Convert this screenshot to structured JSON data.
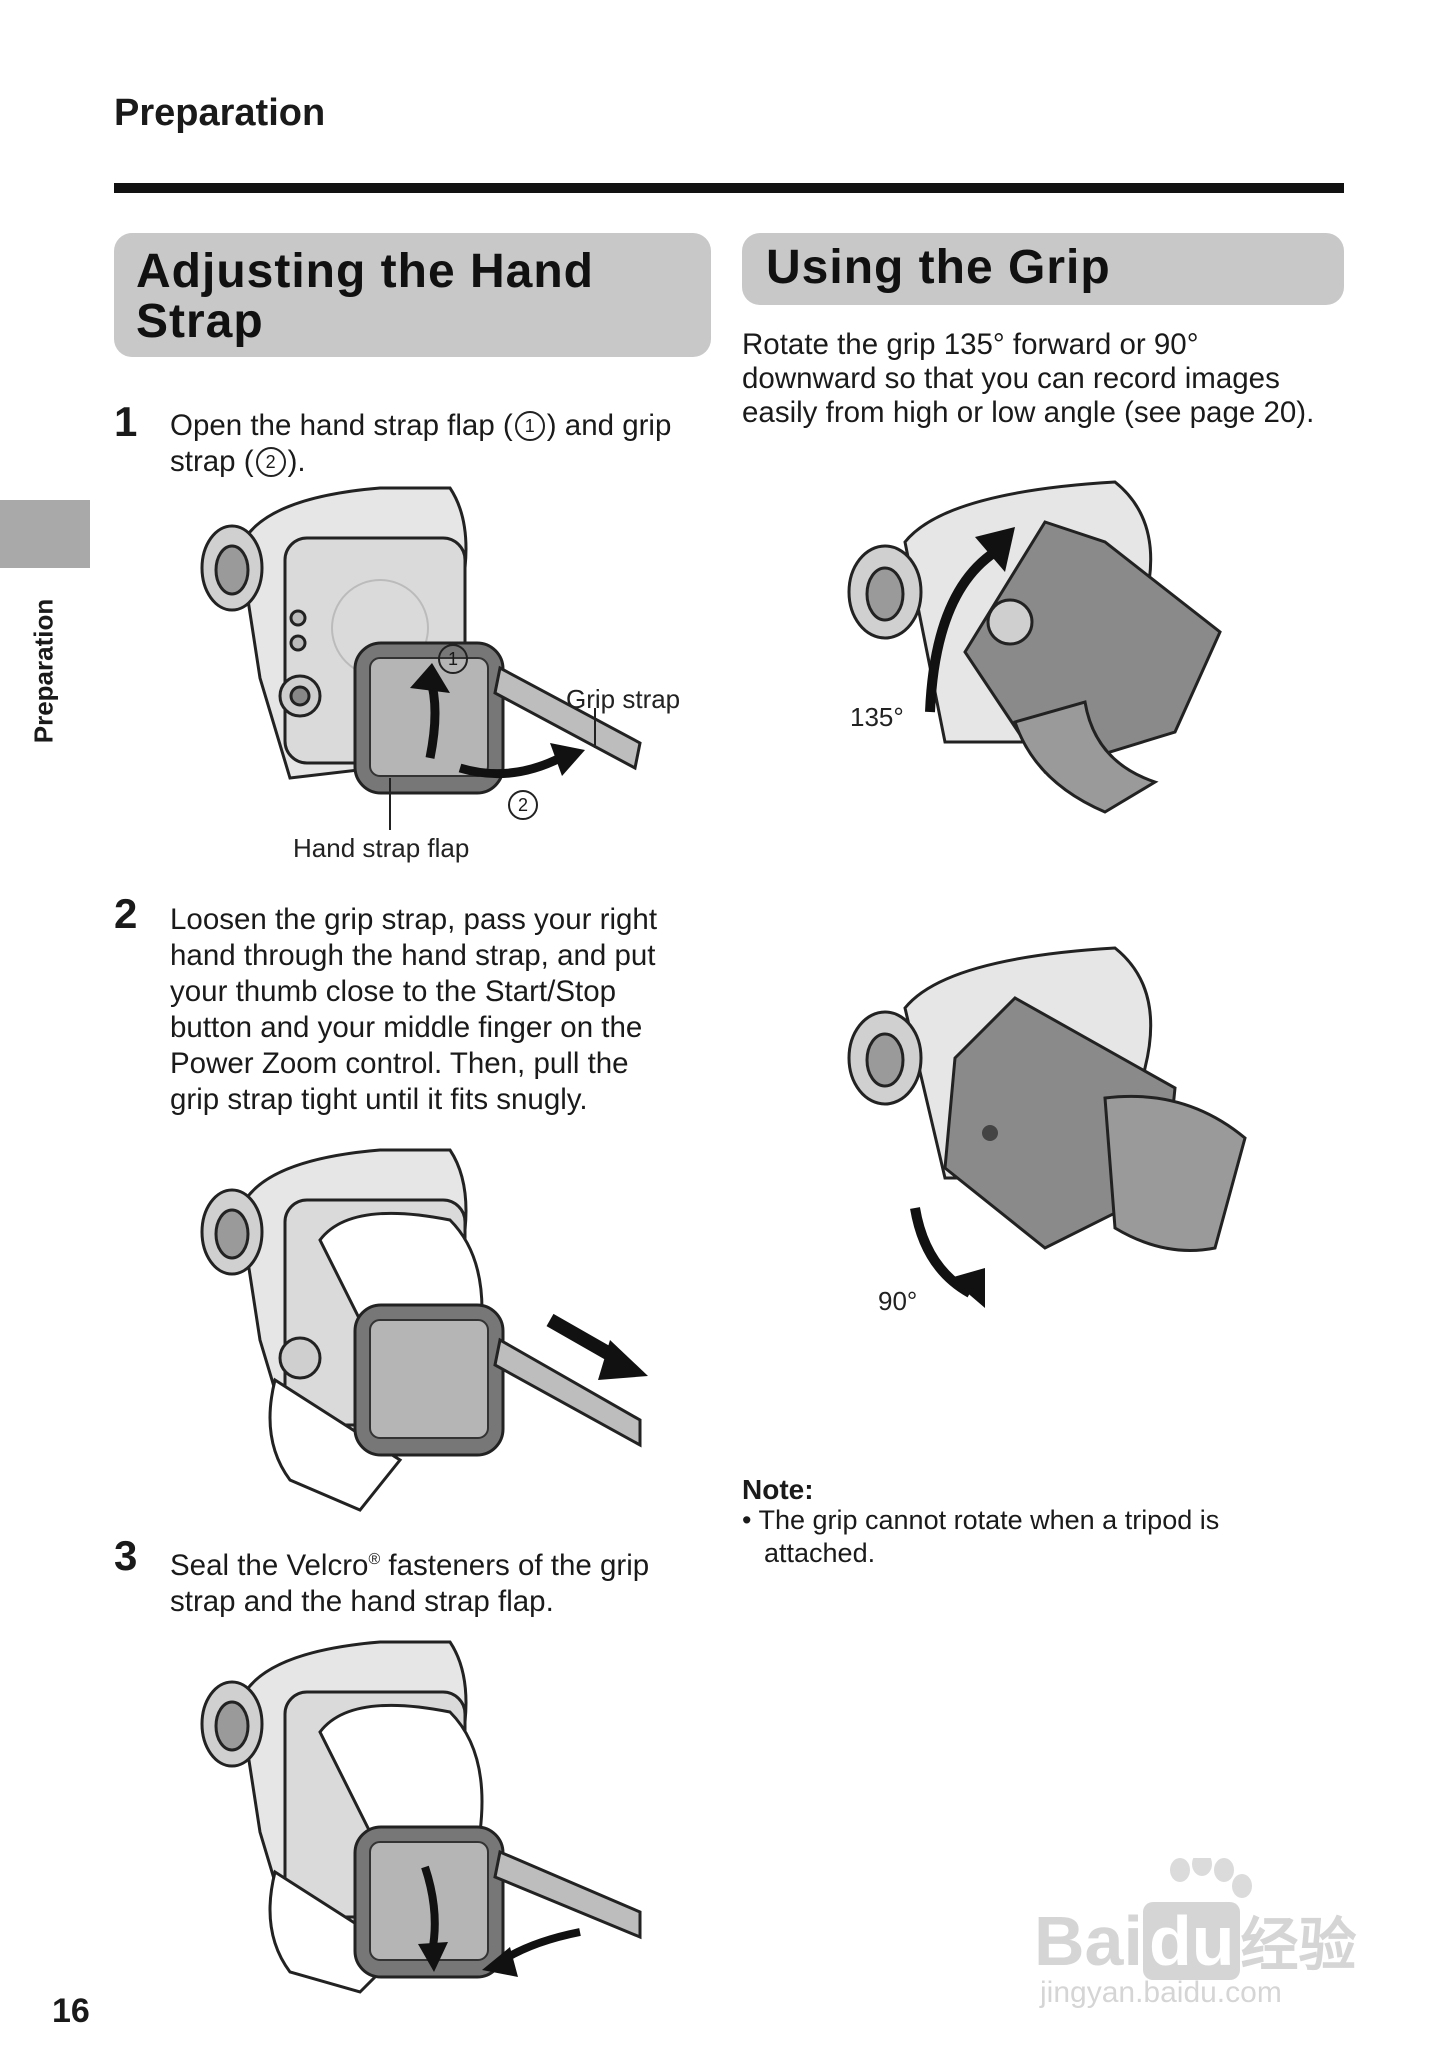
{
  "header": {
    "section": "Preparation"
  },
  "side_tab": {
    "label": "Preparation"
  },
  "left": {
    "heading_line1": "Adjusting the Hand",
    "heading_line2": "Strap",
    "step1": {
      "num": "1",
      "text_a": "Open the hand strap flap (",
      "c1": "1",
      "text_b": ") and grip",
      "text_c": "strap (",
      "c2": "2",
      "text_d": ")."
    },
    "fig1": {
      "grip_strap": "Grip strap",
      "hand_strap_flap": "Hand strap flap",
      "c1": "1",
      "c2": "2"
    },
    "step2": {
      "num": "2",
      "lines": [
        "Loosen the grip strap, pass your right",
        "hand through the hand strap, and put",
        "your thumb close to the Start/Stop",
        "button and your middle finger on the",
        "Power Zoom control. Then, pull the",
        "grip strap tight until it fits snugly."
      ]
    },
    "step3": {
      "num": "3",
      "line1a": "Seal the Velcro",
      "reg": "®",
      "line1b": " fasteners of the grip",
      "line2": "strap and the hand strap flap."
    }
  },
  "right": {
    "heading": "Using the Grip",
    "body_lines": [
      "Rotate the grip 135° forward or 90°",
      "downward so that you can record images",
      "easily from high or low angle (see page 20)."
    ],
    "angle1": "135°",
    "angle2": "90°",
    "note": {
      "title": "Note:",
      "bullet": "•",
      "line1": "The grip cannot rotate when a tripod is",
      "line2": "attached."
    }
  },
  "footer": {
    "page_number": "16"
  },
  "watermark": {
    "brand": "Bai",
    "brand2": "du",
    "cn": "经验",
    "url": "jingyan.baidu.com"
  }
}
